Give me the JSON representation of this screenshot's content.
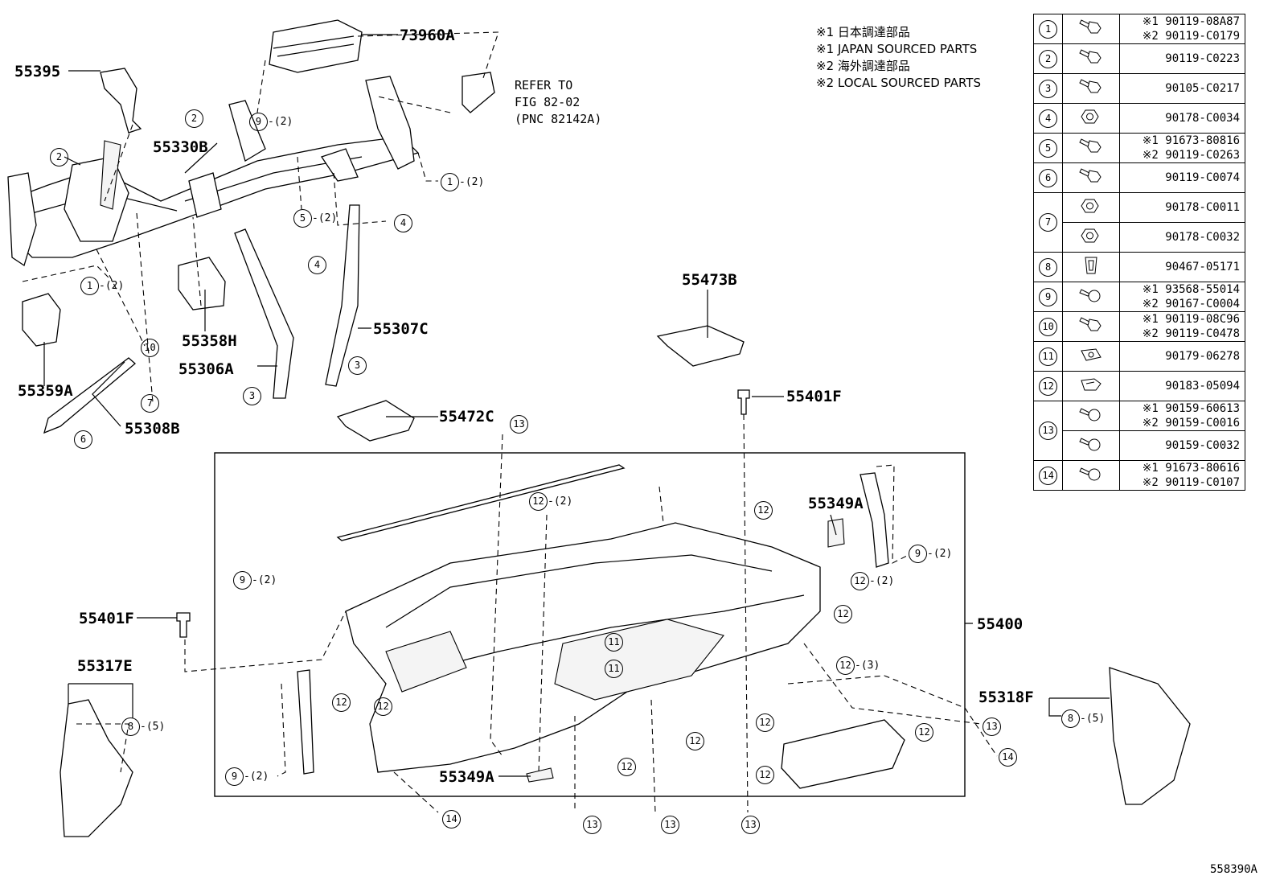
{
  "notes": [
    "※1 日本調達部品",
    "※1 JAPAN SOURCED PARTS",
    "※2 海外調達部品",
    "※2 LOCAL SOURCED PARTS"
  ],
  "refer": [
    "REFER TO",
    "FIG 82-02",
    "(PNC 82142A)"
  ],
  "figure_id": "558390A",
  "parts": {
    "p73960A": "73960A",
    "p55395": "55395",
    "p55330B": "55330B",
    "p55358H": "55358H",
    "p55306A": "55306A",
    "p55307C": "55307C",
    "p55359A": "55359A",
    "p55308B": "55308B",
    "p55473B": "55473B",
    "p55472C": "55472C",
    "p55401F_top": "55401F",
    "p55401F_left": "55401F",
    "p55349A_top": "55349A",
    "p55349A_bottom": "55349A",
    "p55400": "55400",
    "p55317E": "55317E",
    "p55318F": "55318F"
  },
  "callouts": {
    "c1a": "1",
    "c1a_q": "-(2)",
    "c1b": "1",
    "c1b_q": "-(2)",
    "c2a": "2",
    "c2b": "2",
    "c9top": "9",
    "c9top_q": "-(2)",
    "c5": "5",
    "c5_q": "-(2)",
    "c4a": "4",
    "c4b": "4",
    "c10": "10",
    "c7": "7",
    "c6": "6",
    "c3a": "3",
    "c3b": "3",
    "c13a": "13",
    "c12_2a": "12",
    "c12_2a_q": "-(2)",
    "c12a": "12",
    "c9mid": "9",
    "c9mid_q": "-(2)",
    "c9right": "9",
    "c9right_q": "-(2)",
    "c12_2b": "12",
    "c12_2b_q": "-(2)",
    "c12b": "12",
    "c11a": "11",
    "c11b": "11",
    "c12_3": "12",
    "c12_3_q": "-(3)",
    "c12c": "12",
    "c12d": "12",
    "c12e": "12",
    "c12f": "12",
    "c12g": "12",
    "c12h": "12",
    "c12i": "12",
    "c8a": "8",
    "c8a_q": "-(5)",
    "c8b": "8",
    "c8b_q": "-(5)",
    "c9low": "9",
    "c9low_q": "-(2)",
    "c13b": "13",
    "c13c": "13",
    "c13d": "13",
    "c13e": "13",
    "c14a": "14",
    "c14b": "14"
  },
  "fasteners": [
    {
      "no": "1",
      "icon": "bolt-icon",
      "pncs": [
        "※1 90119-08A87",
        "※2 90119-C0179"
      ]
    },
    {
      "no": "2",
      "icon": "bolt-icon",
      "pncs": [
        "90119-C0223"
      ]
    },
    {
      "no": "3",
      "icon": "bolt-icon",
      "pncs": [
        "90105-C0217"
      ]
    },
    {
      "no": "4",
      "icon": "nut-icon",
      "pncs": [
        "90178-C0034"
      ]
    },
    {
      "no": "5",
      "icon": "bolt-icon",
      "pncs": [
        "※1 91673-80816",
        "※2 90119-C0263"
      ]
    },
    {
      "no": "6",
      "icon": "bolt-icon",
      "pncs": [
        "90119-C0074"
      ]
    },
    {
      "no": "7",
      "icon": "nut-icon",
      "pncs": [
        "90178-C0011"
      ],
      "sub": {
        "icon": "nut-icon",
        "pncs": [
          "90178-C0032"
        ]
      }
    },
    {
      "no": "8",
      "icon": "clip-icon",
      "pncs": [
        "90467-05171"
      ]
    },
    {
      "no": "9",
      "icon": "screw-icon",
      "pncs": [
        "※1 93568-55014",
        "※2 90167-C0004"
      ]
    },
    {
      "no": "10",
      "icon": "bolt-icon",
      "pncs": [
        "※1 90119-08C96",
        "※2 90119-C0478"
      ]
    },
    {
      "no": "11",
      "icon": "nut-plate-icon",
      "pncs": [
        "90179-06278"
      ]
    },
    {
      "no": "12",
      "icon": "clip-nut-icon",
      "pncs": [
        "90183-05094"
      ]
    },
    {
      "no": "13",
      "icon": "screw-icon",
      "pncs": [
        "※1 90159-60613",
        "※2 90159-C0016"
      ],
      "sub": {
        "icon": "screw-icon",
        "pncs": [
          "90159-C0032"
        ]
      }
    },
    {
      "no": "14",
      "icon": "screw-icon",
      "pncs": [
        "※1 91673-80616",
        "※2 90119-C0107"
      ]
    }
  ]
}
